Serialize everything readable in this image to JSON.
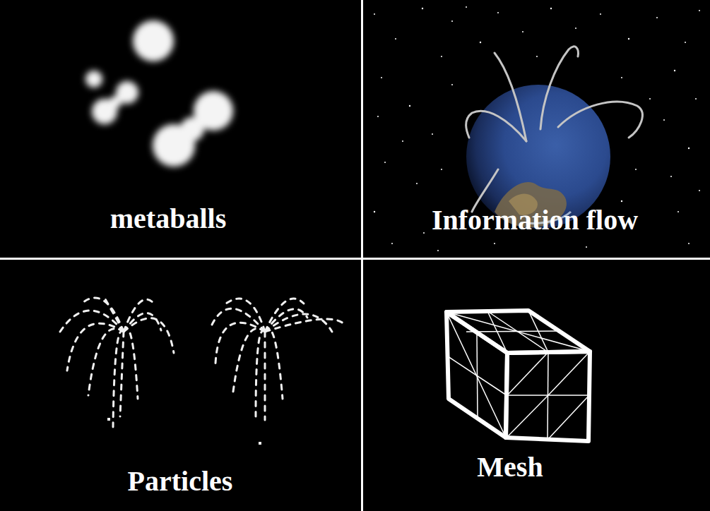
{
  "diagram": {
    "nodes": [
      {
        "text": [
          "metaballs"
        ]
      },
      {
        "text": [
          "Information flow"
        ]
      },
      {
        "text": [
          "Particles"
        ]
      },
      {
        "text": [
          "Mesh"
        ]
      }
    ]
  }
}
